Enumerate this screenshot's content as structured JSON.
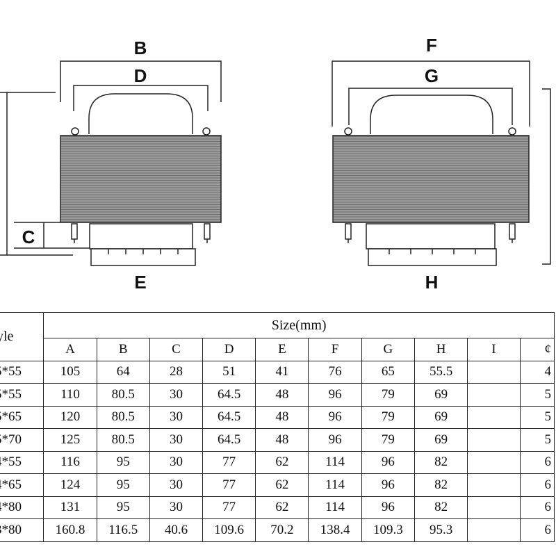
{
  "diagram": {
    "front_labels": {
      "B": "B",
      "D": "D",
      "C": "C",
      "E": "E"
    },
    "side_labels": {
      "F": "F",
      "G": "G",
      "H": "H"
    }
  },
  "table": {
    "style_header": "yle",
    "size_header": "Size(mm)",
    "columns": [
      "A",
      "B",
      "C",
      "D",
      "E",
      "F",
      "G",
      "H",
      "I",
      "¢"
    ],
    "rows": [
      {
        "model": "5*55",
        "cells": [
          "105",
          "64",
          "28",
          "51",
          "41",
          "76",
          "65",
          "55.5",
          "",
          "4"
        ]
      },
      {
        "model": "5*55",
        "cells": [
          "110",
          "80.5",
          "30",
          "64.5",
          "48",
          "96",
          "79",
          "69",
          "",
          "5"
        ]
      },
      {
        "model": "5*65",
        "cells": [
          "120",
          "80.5",
          "30",
          "64.5",
          "48",
          "96",
          "79",
          "69",
          "",
          "5"
        ]
      },
      {
        "model": "5*70",
        "cells": [
          "125",
          "80.5",
          "30",
          "64.5",
          "48",
          "96",
          "79",
          "69",
          "",
          "5"
        ]
      },
      {
        "model": "4*55",
        "cells": [
          "116",
          "95",
          "30",
          "77",
          "62",
          "114",
          "96",
          "82",
          "",
          "6"
        ]
      },
      {
        "model": "4*65",
        "cells": [
          "124",
          "95",
          "30",
          "77",
          "62",
          "114",
          "96",
          "82",
          "",
          "6"
        ]
      },
      {
        "model": "4*80",
        "cells": [
          "131",
          "95",
          "30",
          "77",
          "62",
          "114",
          "96",
          "82",
          "",
          "6"
        ]
      },
      {
        "model": "3*80",
        "cells": [
          "160.8",
          "116.5",
          "40.6",
          "109.6",
          "70.2",
          "138.4",
          "109.3",
          "95.3",
          "",
          "6"
        ]
      }
    ]
  }
}
